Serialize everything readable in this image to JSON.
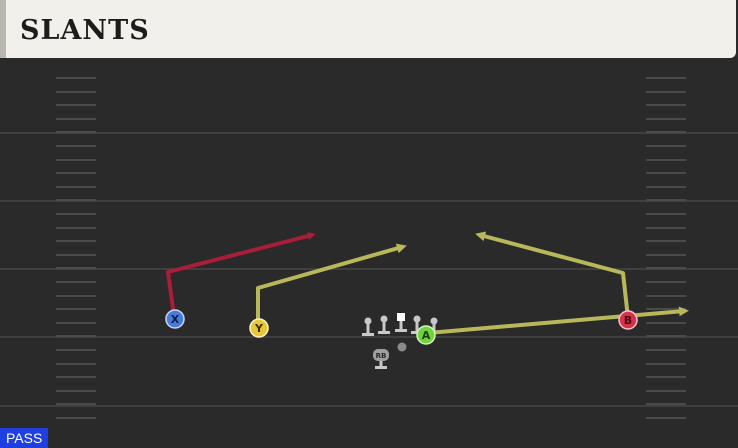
{
  "play": {
    "name": "SLANTS",
    "type_badge": "PASS"
  },
  "colors": {
    "field": "#2a2a2a",
    "yard_line": "#3f3f3f",
    "hash_mark": "#4a4a4a",
    "banner": "#f2f0ea",
    "badge": "#1f3fe0",
    "route_red": "#a81d3a",
    "route_yellow": "#b8b85a",
    "blocker": "#c8c8c8"
  },
  "receivers": [
    {
      "id": "x",
      "label": "X",
      "fill": "#4a7ad8",
      "text": "#0f1e4a",
      "route": "route_red"
    },
    {
      "id": "y",
      "label": "Y",
      "fill": "#e8c63a",
      "text": "#3a2e05",
      "route": "route_yellow"
    },
    {
      "id": "a",
      "label": "A",
      "fill": "#72d23c",
      "text": "#17400a",
      "route": "route_yellow"
    },
    {
      "id": "b",
      "label": "B",
      "fill": "#d8324a",
      "text": "#4a0813",
      "route": "route_red_pt"
    }
  ],
  "running_back": {
    "label": "RB"
  }
}
